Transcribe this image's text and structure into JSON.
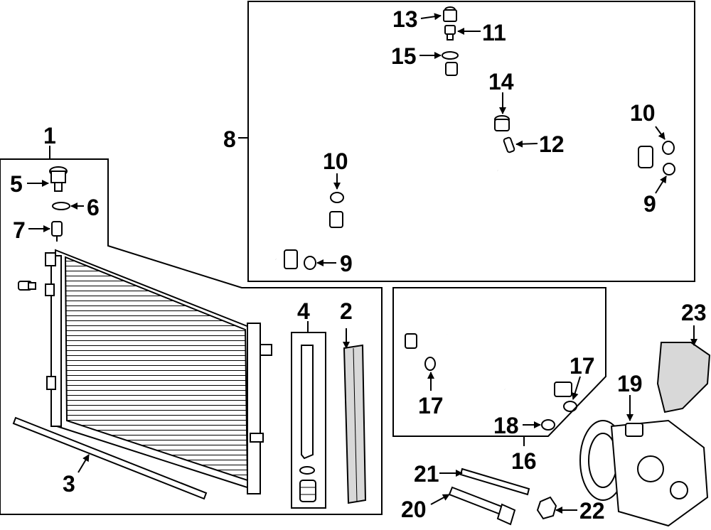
{
  "callouts": {
    "c1": "1",
    "c2": "2",
    "c3": "3",
    "c4": "4",
    "c5": "5",
    "c6": "6",
    "c7": "7",
    "c8": "8",
    "c9a": "9",
    "c9b": "9",
    "c10a": "10",
    "c10b": "10",
    "c11": "11",
    "c12": "12",
    "c13": "13",
    "c14": "14",
    "c15": "15",
    "c16": "16",
    "c17a": "17",
    "c17b": "17",
    "c18": "18",
    "c19": "19",
    "c20": "20",
    "c21": "21",
    "c22": "22",
    "c23": "23"
  }
}
